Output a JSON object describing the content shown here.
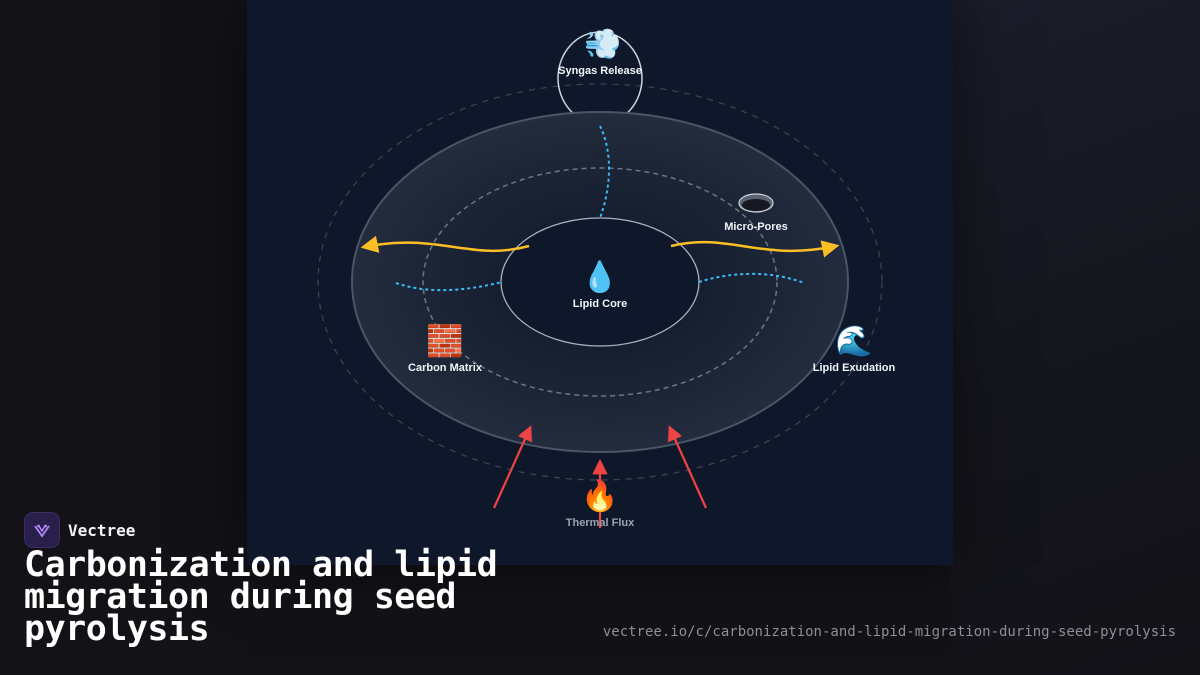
{
  "brand": {
    "name": "Vectree",
    "logo_icon": "vectree-logo-icon"
  },
  "title": "Carbonization and lipid migration during seed pyrolysis",
  "url": "vectree.io/c/carbonization-and-lipid-migration-during-seed-pyrolysis",
  "diagram": {
    "nodes": {
      "syngas": {
        "label": "Syngas Release",
        "icon": "💨"
      },
      "micropores": {
        "label": "Micro-Pores",
        "icon": "micro-pore-disc-icon"
      },
      "lipid_core": {
        "label": "Lipid Core",
        "icon": "💧"
      },
      "carbon_matrix": {
        "label": "Carbon Matrix",
        "icon": "🧱"
      },
      "lipid_exudation": {
        "label": "Lipid Exudation",
        "icon": "🌊"
      },
      "thermal_flux": {
        "label": "Thermal Flux",
        "icon": "🔥"
      }
    }
  },
  "colors": {
    "panel": "#0f172a",
    "lipid_flow": "#fbbf24",
    "heat_flow": "#ef4444",
    "gas_path": "#38bdf8"
  }
}
